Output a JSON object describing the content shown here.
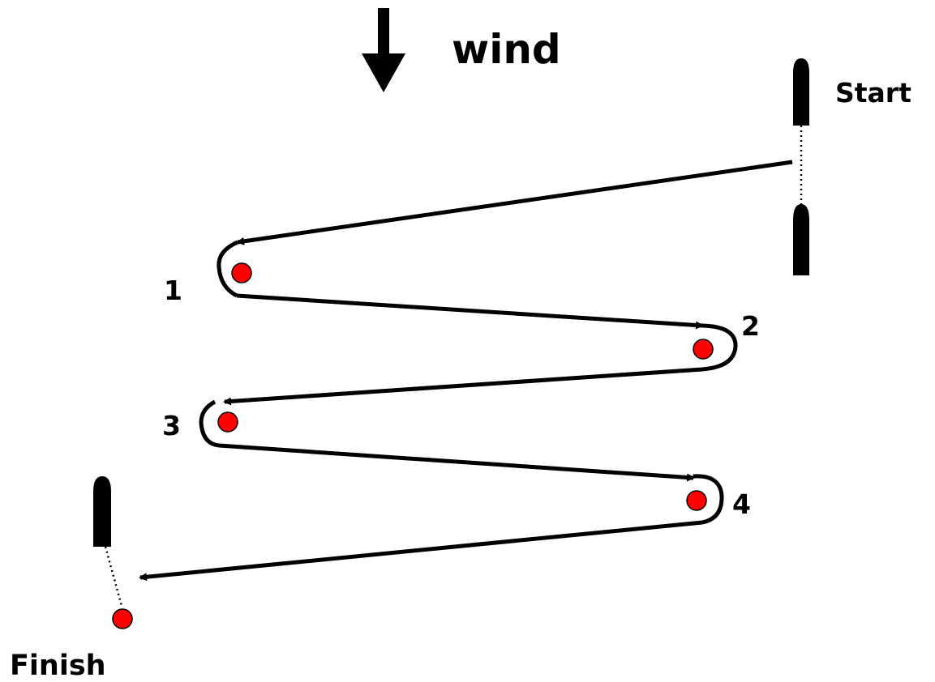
{
  "diagram": {
    "wind_label": "wind",
    "start_label": "Start",
    "finish_label": "Finish",
    "marks": [
      {
        "label": "1"
      },
      {
        "label": "2"
      },
      {
        "label": "3"
      },
      {
        "label": "4"
      }
    ],
    "colors": {
      "mark": "#ff0000",
      "line": "#000000",
      "background": "#ffffff"
    }
  }
}
